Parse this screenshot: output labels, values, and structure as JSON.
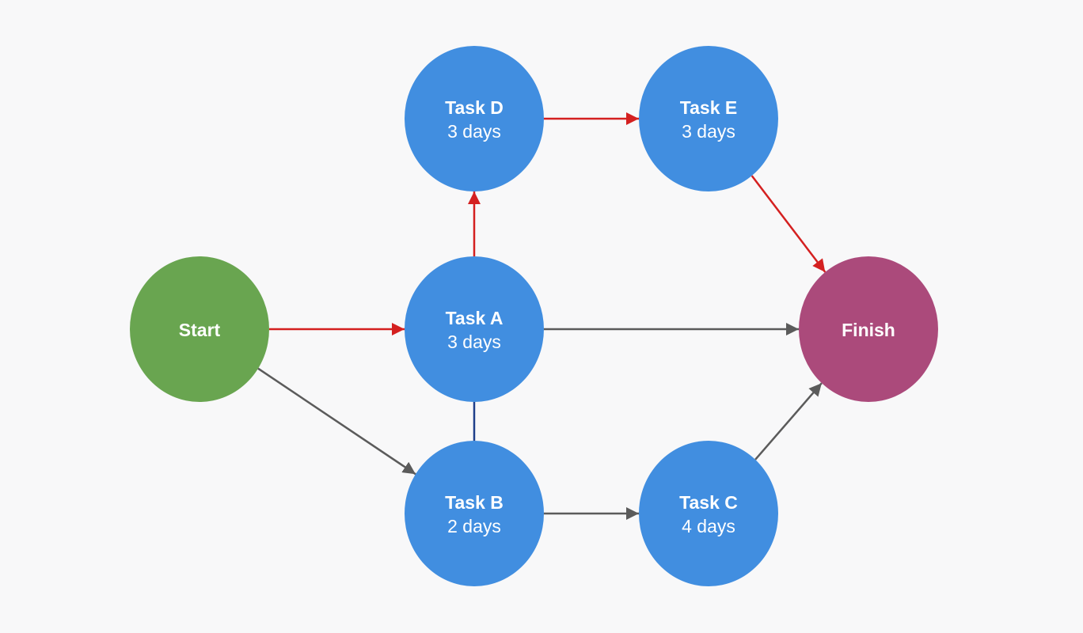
{
  "colors": {
    "background": "#f8f8f9",
    "task": "#418ee0",
    "start": "#69a550",
    "finish": "#ab4a7b",
    "critical_edge": "#d42020",
    "normal_edge": "#5b5b5b",
    "link_edge": "#1f3f8a",
    "label": "#ffffff"
  },
  "nodes": {
    "start": {
      "title": "Start",
      "duration": ""
    },
    "task_a": {
      "title": "Task A",
      "duration": "3 days"
    },
    "task_b": {
      "title": "Task B",
      "duration": "2 days"
    },
    "task_c": {
      "title": "Task C",
      "duration": "4 days"
    },
    "task_d": {
      "title": "Task D",
      "duration": "3 days"
    },
    "task_e": {
      "title": "Task E",
      "duration": "3 days"
    },
    "finish": {
      "title": "Finish",
      "duration": ""
    }
  },
  "edges": [
    {
      "from": "start",
      "to": "task_a",
      "kind": "critical"
    },
    {
      "from": "task_a",
      "to": "task_d",
      "kind": "critical"
    },
    {
      "from": "task_d",
      "to": "task_e",
      "kind": "critical"
    },
    {
      "from": "task_e",
      "to": "finish",
      "kind": "critical"
    },
    {
      "from": "task_a",
      "to": "finish",
      "kind": "normal"
    },
    {
      "from": "start",
      "to": "task_b",
      "kind": "normal"
    },
    {
      "from": "task_b",
      "to": "task_c",
      "kind": "normal"
    },
    {
      "from": "task_c",
      "to": "finish",
      "kind": "normal"
    },
    {
      "from": "task_a",
      "to": "task_b",
      "kind": "link"
    }
  ]
}
